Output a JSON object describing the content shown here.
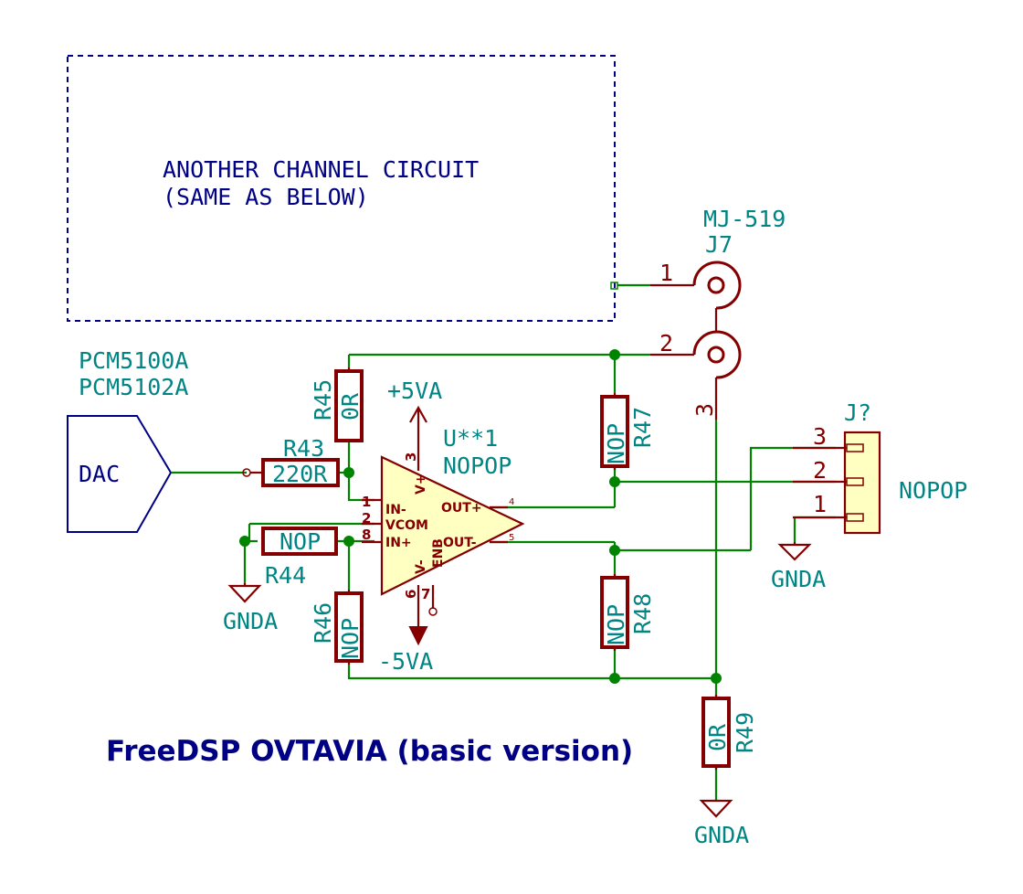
{
  "notes": {
    "box_line1": "ANOTHER CHANNEL CIRCUIT",
    "box_line2": "(SAME AS BELOW)",
    "dac_line1": "PCM5100A",
    "dac_line2": "PCM5102A",
    "title": "FreeDSP OVTAVIA (basic version)"
  },
  "dac": {
    "label": "DAC"
  },
  "j7": {
    "ref": "J7",
    "value": "MJ-519",
    "pin1": "1",
    "pin2": "2",
    "pin3": "3"
  },
  "jq": {
    "ref": "J?",
    "value": "NOPOP",
    "pin3": "3",
    "pin2": "2",
    "pin1": "1"
  },
  "resistors": {
    "r43": {
      "ref": "R43",
      "value": "220R"
    },
    "r44": {
      "ref": "R44",
      "value": "NOP"
    },
    "r45": {
      "ref": "R45",
      "value": "0R"
    },
    "r46": {
      "ref": "R46",
      "value": "NOP"
    },
    "r47": {
      "ref": "R47",
      "value": "NOP"
    },
    "r48": {
      "ref": "R48",
      "value": "NOP"
    },
    "r49": {
      "ref": "R49",
      "value": "0R"
    }
  },
  "opamp": {
    "ref": "U**1",
    "value": "NOPOP",
    "in_minus": "IN-",
    "vcom": "VCOM",
    "in_plus": "IN+",
    "v_plus": "V+",
    "v_minus": "V-",
    "enb": "ENB",
    "out_plus": "OUT+",
    "out_minus": "OUT-",
    "pin1": "1",
    "pin2": "2",
    "pin8": "8",
    "pin3": "3",
    "pin6": "6",
    "pin7": "7",
    "pin4": "4",
    "pin5": "5"
  },
  "power": {
    "pos": "+5VA",
    "neg": "-5VA",
    "gnd1": "GNDA",
    "gnd2": "GNDA",
    "gnd3": "GNDA"
  },
  "colors": {
    "wire": "#008400",
    "component": "#840000",
    "body_fill": "#ffffc2",
    "field_text": "#008484",
    "note_text": "#000084"
  }
}
